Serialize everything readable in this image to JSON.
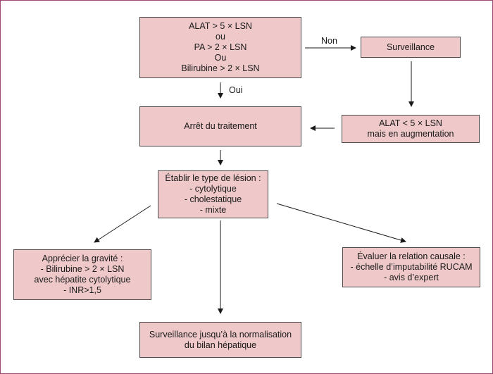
{
  "diagram": {
    "criteria_box": {
      "lines": [
        "ALAT > 5 × LSN",
        "ou",
        "PA > 2 × LSN",
        "Ou",
        "Bilirubine > 2 ×  LSN"
      ]
    },
    "surveillance_box": {
      "label": "Surveillance"
    },
    "alat_rising_box": {
      "lines": [
        "ALAT < 5 × LSN",
        "mais en augmentation"
      ]
    },
    "stop_treatment_box": {
      "label": "Arrêt du traitement"
    },
    "lesion_type_box": {
      "lines": [
        "Établir le type de lésion :",
        "- cytolytique",
        "- cholestatique",
        "- mixte"
      ]
    },
    "severity_box": {
      "lines": [
        "Apprécier la gravité :",
        "- Bilirubine > 2 × LSN",
        "avec hépatite cytolytique",
        "- INR>1,5"
      ]
    },
    "causality_box": {
      "lines": [
        "Évaluer la relation causale :",
        "- échelle d’imputabilité RUCAM",
        "- avis d’expert"
      ]
    },
    "monitoring_box": {
      "lines": [
        "Surveillance jusqu’à la normalisation",
        "du bilan hépatique"
      ]
    },
    "edge_labels": {
      "no": "Non",
      "yes": "Oui"
    }
  }
}
